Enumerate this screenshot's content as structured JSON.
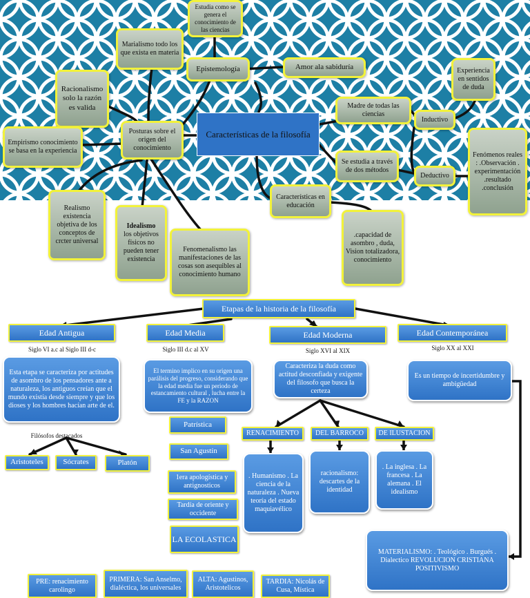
{
  "colors": {
    "background_band": "#1d7fa5",
    "pattern": "#ffffff",
    "green_node_fill": "#a7b7a6",
    "yellow_border": "#f2f23a",
    "blue_node_fill": "#3f85d6",
    "connector": "#111111"
  },
  "concept_map": {
    "central": "Características de la filosofía",
    "estudia": "Estudia como se genera el conocimiento de las ciencias",
    "marialismo": "Marialismo todo los que exista en materia",
    "epistemologia": "Epistemología",
    "amor": "Amor ala sabiduría",
    "racionalismo": "Racionalismo solo la razón es valida",
    "empirismo": "Empirismo conocimiento se basa en la experiencia",
    "posturas": "Posturas sobre el origen del conocimiento",
    "madre": "Madre de todas las ciencias",
    "experiencia": "Experiencia en sentidos de duda",
    "inductivo": "Inductivo",
    "fenomenos": "Fenómenos reales : .Observación . experimentación .resultado .conclusión",
    "se_estudia": "Se estudia a través de dos métodos",
    "deductivo": "Deductivo",
    "realismo": "Realismo existencia objetiva de los conceptos de crcter universal",
    "idealismo_title": "Idealismo",
    "idealismo_body": "los objetivos físicos no pueden tener existencia",
    "fenomenalismo": "Fenomenalismo las manifestaciones de las cosas son asequibles al conocimiento humano",
    "educacion": "Características en educación",
    "capacidad": ".capacidad de asombro , duda, Vision totalizadora, conocimiento"
  },
  "history": {
    "title": "Etapas de la historia de la filosofía",
    "antigua": {
      "label": "Edad Antigua",
      "period": "Siglo VI a.c al Siglo III d-c",
      "desc": "Esta etapa se caracteriza por actitudes de asombro de los pensadores ante a naturaleza, los antiguos creían que el mundo existía desde siempre y que los dioses y los hombres hacían arte de el.",
      "filosofos_label": "Filósofos destacados",
      "filosofos": [
        "Aristoteles",
        "Sócrates",
        "Platón"
      ]
    },
    "media": {
      "label": "Edad Media",
      "period": "Siglo III d.c al XV",
      "desc": "El termino implico en su origen una parálisis del progreso, considerando que la edad media fue un periodo de estancamiento cultural , lucha entre la FE y la RAZON",
      "items": [
        "Patrística",
        "San Agustín",
        "1era apologística y antignosticos",
        "Tardía de oriente y occidente"
      ],
      "escolastica": "LA ECOLASTICA",
      "etapas": [
        "PRE: renacimiento carolingo",
        "PRIMERA: San Anselmo, dialéctica, los universales",
        "ALTA: Agustinos, Aristotelicos",
        "TARDIA: Nicolás de Cusa, Mística"
      ]
    },
    "moderna": {
      "label": "Edad Moderna",
      "period": "Siglo XVI al XIX",
      "desc": "Caracteriza la duda como actitud desconfiada y exigente del filosofo que busca la certeza",
      "periodos": [
        "RENACIMIENTO",
        "DEL BARROCO",
        "DE ILUSTACION"
      ],
      "renacimiento_desc": ". Humanismo . La ciencia de la naturaleza . Nueva teoría del estado maquiavélico",
      "barroco_desc": "racionalismo: descartes de la identidad",
      "ilustracion_desc": ". La inglesa . La francesa . La alemana . El idealismo"
    },
    "contemporanea": {
      "label": "Edad Contemporánea",
      "period": "Siglo XX al XXI",
      "desc": "Es un tiempo de incertidumbre y ambigüedad",
      "materialismo": "MATERIALISMO: . Teológico . Burgués . Dialectico REVOLUCION CRISTIANA POSITIVISMO"
    }
  }
}
